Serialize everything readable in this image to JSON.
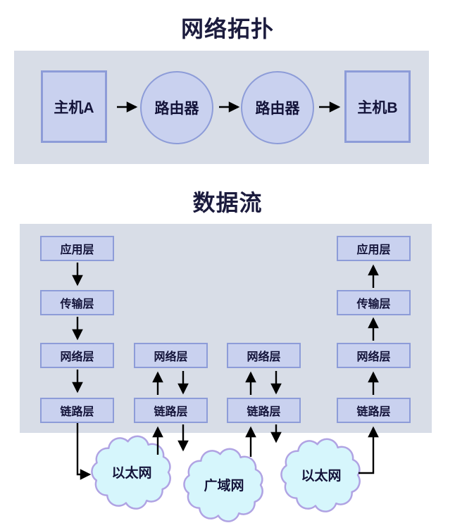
{
  "topology": {
    "title": "网络拓扑",
    "nodes": [
      {
        "label": "主机A",
        "shape": "rect"
      },
      {
        "label": "路由器",
        "shape": "circle"
      },
      {
        "label": "路由器",
        "shape": "circle"
      },
      {
        "label": "主机B",
        "shape": "rect"
      }
    ]
  },
  "dataflow": {
    "title": "数据流",
    "columns": [
      {
        "role": "host-a",
        "flow": "down",
        "layers": [
          "应用层",
          "传输层",
          "网络层",
          "链路层"
        ]
      },
      {
        "role": "router-1",
        "flow": "up-down",
        "layers": [
          "网络层",
          "链路层"
        ]
      },
      {
        "role": "router-2",
        "flow": "up-down",
        "layers": [
          "网络层",
          "链路层"
        ]
      },
      {
        "role": "host-b",
        "flow": "up",
        "layers": [
          "应用层",
          "传输层",
          "网络层",
          "链路层"
        ]
      }
    ],
    "clouds": [
      {
        "label": "以太网"
      },
      {
        "label": "广域网"
      },
      {
        "label": "以太网"
      }
    ]
  },
  "colors": {
    "panel_bg": "#d8dde7",
    "node_fill": "#c9d1ef",
    "node_border": "#8d9cd8",
    "text": "#14143a",
    "arrow": "#000000",
    "cloud_fill": "#d6f6fc",
    "cloud_border": "#b0a3e3"
  }
}
